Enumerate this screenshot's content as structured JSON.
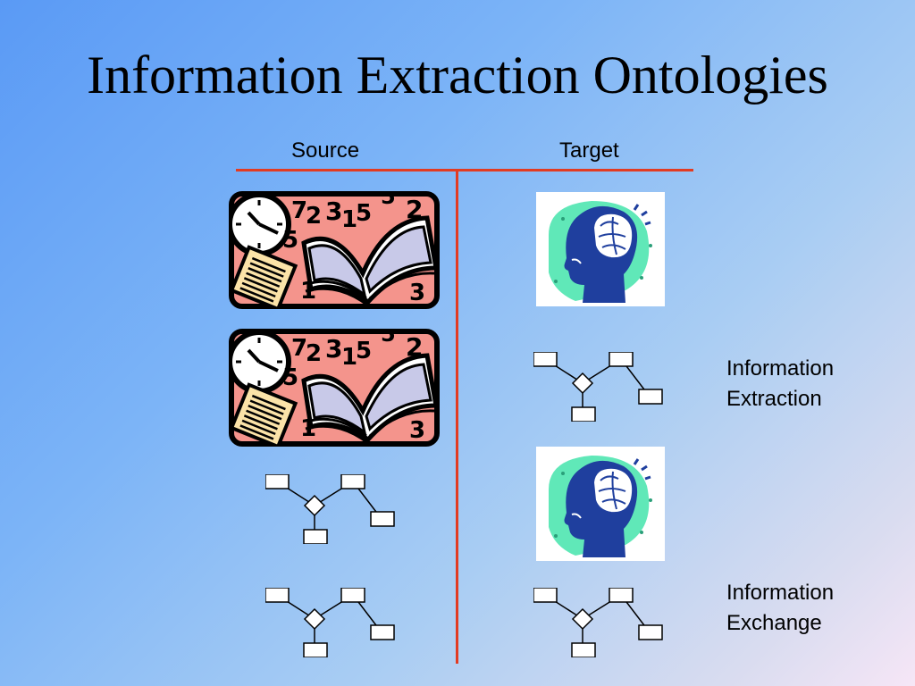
{
  "slide": {
    "title": "Information Extraction Ontologies",
    "columns": {
      "source": "Source",
      "target": "Target"
    },
    "labels": {
      "extraction": [
        "Information",
        "Extraction"
      ],
      "exchange": [
        "Information",
        "Exchange"
      ]
    }
  },
  "colors": {
    "divider": "#e23b22",
    "clipart_pink": "#f4948c",
    "head_blue": "#1f3f9e",
    "head_bg": "#60e8b8"
  },
  "icons": {
    "document": "document-clipart-icon",
    "head": "human-head-icon",
    "ontology": "ontology-diagram-icon"
  }
}
